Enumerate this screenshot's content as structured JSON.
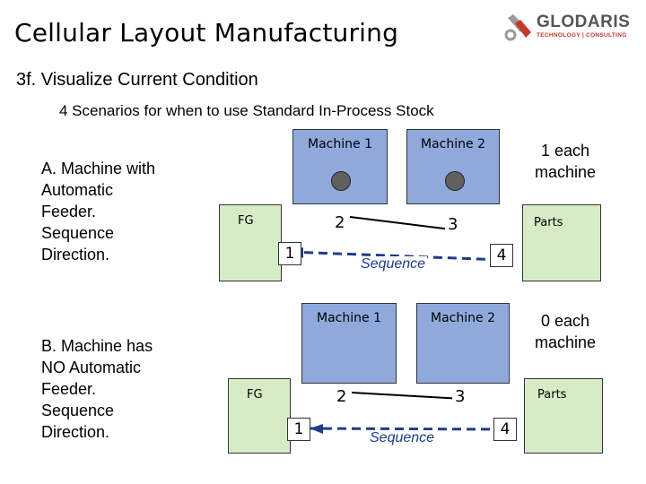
{
  "header": {
    "title": "Cellular Layout Manufacturing",
    "subtitle": "3f. Visualize Current Condition",
    "scenarios": "4 Scenarios for when to use Standard In-Process Stock"
  },
  "logo": {
    "name": "GLODARIS",
    "tagline": "TECHNOLOGY | CONSULTING",
    "icon": "glodaris-swirl-logo",
    "accent": "#c0392b"
  },
  "colors": {
    "machine_fill": "#8fa9dc",
    "station_fill": "#d6ecc6",
    "sequence_line": "#1f3c8a",
    "machine_dot": "#606060"
  },
  "scenario_a": {
    "label": [
      "A.  Machine with",
      "Automatic",
      "Feeder.",
      "Sequence",
      "Direction."
    ],
    "machine1": "Machine 1",
    "machine2": "Machine 2",
    "fg": "FG",
    "parts": "Parts",
    "step1": "1",
    "step2": "2",
    "step3": "3",
    "step4": "4",
    "sequence": "Sequence",
    "note": [
      "1 each",
      "machine"
    ]
  },
  "scenario_b": {
    "label": [
      "B.  Machine has",
      "NO Automatic",
      "Feeder.",
      "Sequence",
      "Direction."
    ],
    "machine1": "Machine 1",
    "machine2": "Machine 2",
    "fg": "FG",
    "parts": "Parts",
    "step1": "1",
    "step2": "2",
    "step3": "3",
    "step4": "4",
    "sequence": "Sequence",
    "note": [
      "0 each",
      "machine"
    ]
  }
}
